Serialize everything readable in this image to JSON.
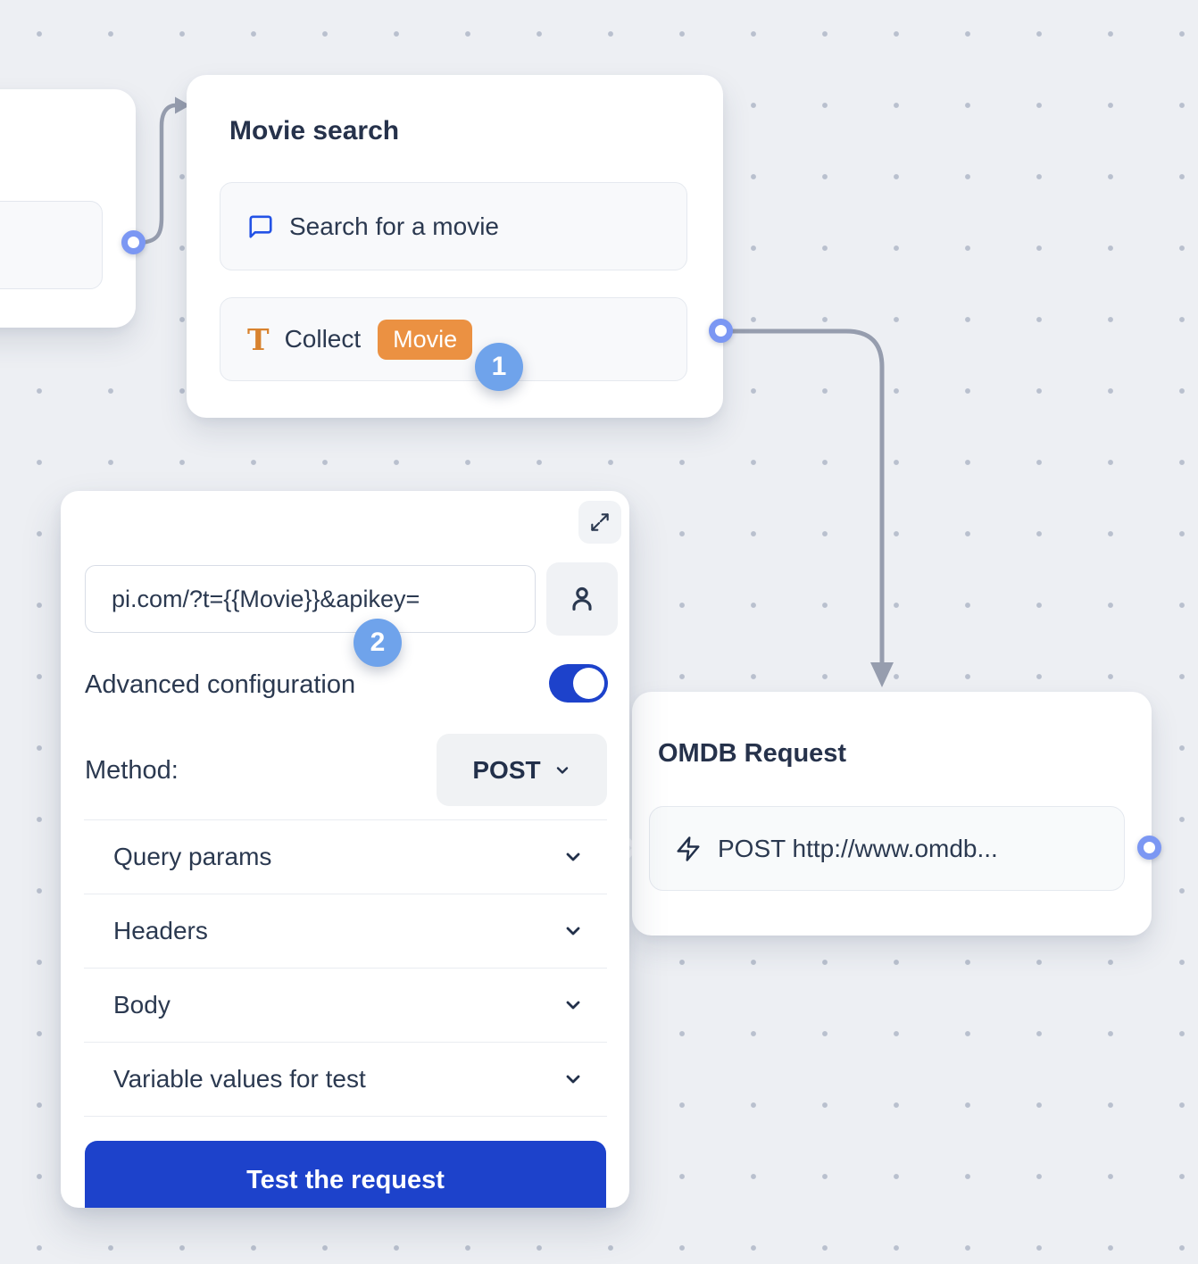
{
  "flow": {
    "movie_search_node": {
      "title": "Movie search",
      "items": [
        {
          "icon": "chat-bubble-icon",
          "label": "Search for a movie"
        },
        {
          "icon": "text-input-icon",
          "label": "Collect",
          "variable_chip": "Movie"
        }
      ],
      "step_badge": "1"
    },
    "omdb_node": {
      "title": "OMDB Request",
      "item": {
        "icon": "lightning-icon",
        "label": "POST http://www.omdb..."
      }
    }
  },
  "webhook_panel": {
    "url_input": {
      "value": "pi.com/?t={{Movie}}&apikey="
    },
    "icons": {
      "expand": "expand-icon",
      "person": "person-icon"
    },
    "step_badge": "2",
    "advanced_toggle": {
      "label": "Advanced configuration",
      "state": "on"
    },
    "method": {
      "label": "Method:",
      "value": "POST"
    },
    "sections": [
      "Query params",
      "Headers",
      "Body",
      "Variable values for test"
    ],
    "test_button_label": "Test the request"
  },
  "colors": {
    "accent_blue": "#1d42cb",
    "badge_blue": "#6fa3eb",
    "variable_orange": "#eb9142",
    "port_ring_blue": "#7b97f3",
    "connector_gray": "#969dae",
    "canvas_background": "#edeff3"
  }
}
